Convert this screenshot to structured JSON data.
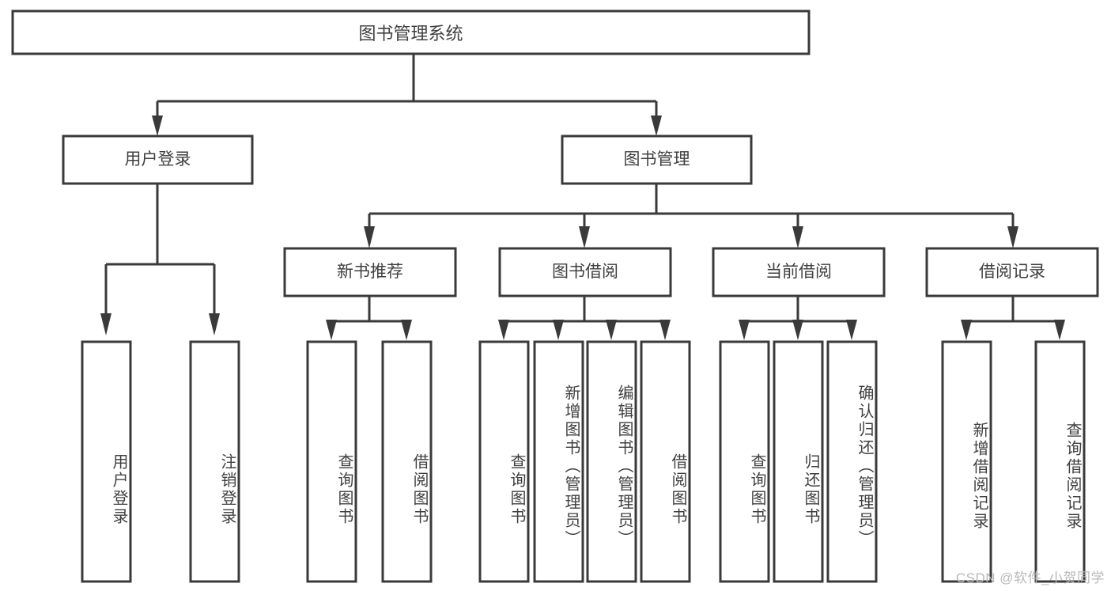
{
  "diagram": {
    "type": "tree-hierarchy-chart",
    "title": "图书管理系统",
    "watermark": "CSDN @软件_小贺同学",
    "colors": {
      "stroke": "#3a3a3a",
      "fill": "#ffffff",
      "text": "#404040",
      "watermark": "#b9b9b9",
      "background": "#ffffff"
    },
    "root": {
      "label": "图书管理系统"
    },
    "level2": [
      {
        "label": "用户登录"
      },
      {
        "label": "图书管理"
      }
    ],
    "level3": [
      {
        "label": "新书推荐"
      },
      {
        "label": "图书借阅"
      },
      {
        "label": "当前借阅"
      },
      {
        "label": "借阅记录"
      }
    ],
    "leaves": {
      "user_login": [
        {
          "label": "用户登录"
        },
        {
          "label": "注销登录"
        }
      ],
      "new_book_recommend": [
        {
          "label": "查询图书"
        },
        {
          "label": "借阅图书"
        }
      ],
      "book_borrow": [
        {
          "label": "查询图书"
        },
        {
          "label": "新增图书（管理员）"
        },
        {
          "label": "编辑图书（管理员）"
        },
        {
          "label": "借阅图书"
        }
      ],
      "current_borrow": [
        {
          "label": "查询图书"
        },
        {
          "label": "归还图书"
        },
        {
          "label": "确认归还（管理员）"
        }
      ],
      "borrow_records": [
        {
          "label": "新增借阅记录"
        },
        {
          "label": "查询借阅记录"
        }
      ]
    }
  }
}
